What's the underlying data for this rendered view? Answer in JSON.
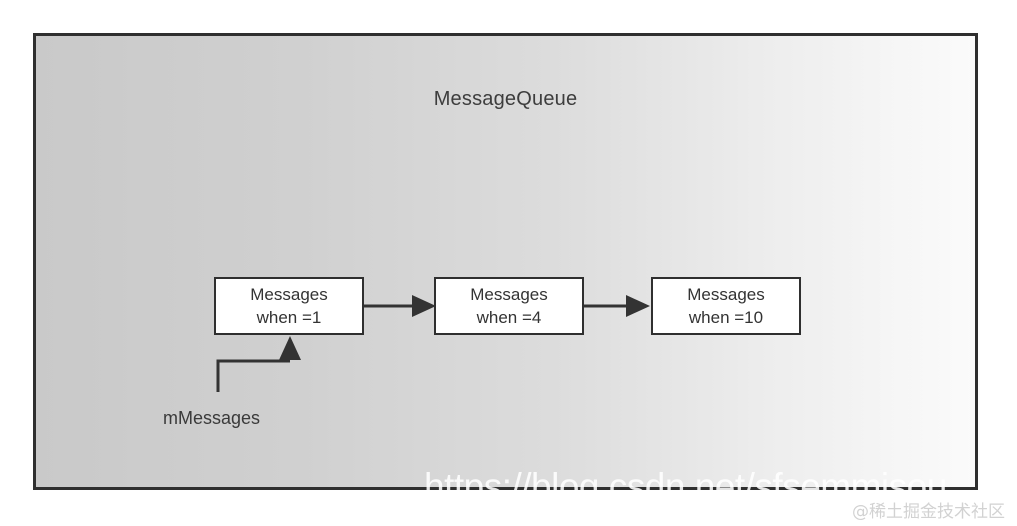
{
  "diagram": {
    "container": {
      "title": "MessageQueue",
      "border_color": "#2f2f2f",
      "fill_gradient_from": "#c9c9c9",
      "fill_gradient_to": "#fbfbfb"
    },
    "nodes": [
      {
        "id": "node-1",
        "line1": "Messages",
        "line2": "when =1"
      },
      {
        "id": "node-2",
        "line1": "Messages",
        "line2": "when =4"
      },
      {
        "id": "node-3",
        "line1": "Messages",
        "line2": "when =10"
      }
    ],
    "connectors": [
      {
        "id": "arrow-node1-node2",
        "from": "node-1",
        "to": "node-2",
        "style": "solid-arrow"
      },
      {
        "id": "arrow-node2-node3",
        "from": "node-2",
        "to": "node-3",
        "style": "solid-arrow"
      },
      {
        "id": "arrow-mmessages-node1",
        "from": "mMessages",
        "to": "node-1",
        "style": "elbow-arrow"
      }
    ],
    "field_label": "mMessages",
    "stroke_color": "#333333"
  },
  "watermarks": {
    "url": "https://blog.csdn.net/sfsemmisou",
    "brand": "@稀土掘金技术社区"
  }
}
